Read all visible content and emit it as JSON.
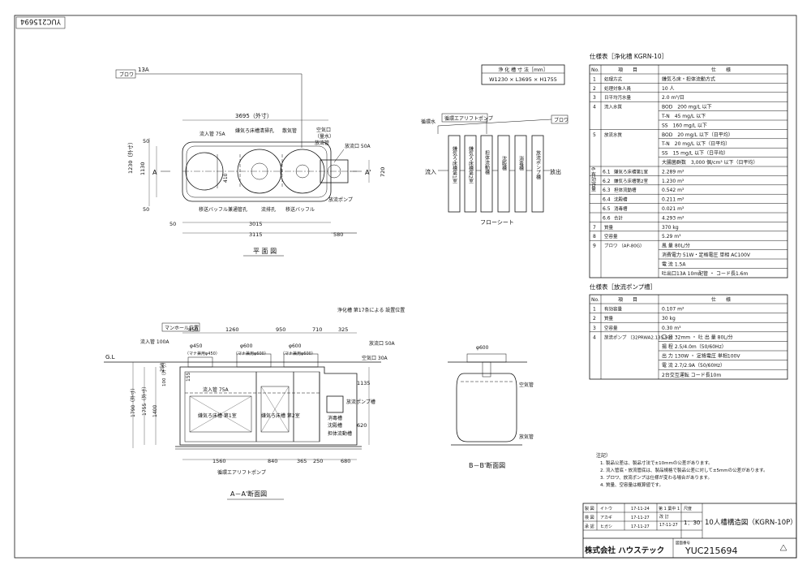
{
  "drawing_no_box": "YUC215694",
  "plan": {
    "blower_label": "ブロワ",
    "pipe_13a": "13A",
    "overall_length": "3695（外寸）",
    "inlet_pipe": "流入管 75A",
    "anaerobic_cover": "嫌気ろ床槽清掃孔",
    "aerator": "散気管",
    "air_valve": "空気口",
    "valve_box": "（量水）",
    "discharge_pipe": "放流管",
    "outlet_pipe": "放流口 50A",
    "width_outer": "1230（外寸）",
    "width_inner": "1130",
    "dim_50": "50",
    "dim_410": "410",
    "dim_720": "720",
    "moving_baffle": "移送バッフル兼通管孔",
    "drain_hole": "流排孔",
    "moving_baffle2": "移送バッフル",
    "pump": "放流ポンプ",
    "len_3015": "3015",
    "len_3115": "3115",
    "len_580": "580",
    "title": "平 面 図"
  },
  "tank_size": {
    "header": "浄 化 槽 寸 法［mm］",
    "value": "W1230 × L3695 × H1755"
  },
  "flow": {
    "circ_line": "循環水",
    "circ_pump": "循環エアリフトポンプ",
    "blower": "ブロワ",
    "inflow": "流入",
    "outflow": "放出",
    "units": [
      "嫌気ろ床槽第1室",
      "嫌気ろ床槽第2室",
      "担体流動槽",
      "沈殿槽",
      "消毒槽",
      "放流ポンプ槽"
    ],
    "title": "フローシート"
  },
  "section_aa": {
    "manhole": "マンホール位置",
    "inflow": "流入管 100A",
    "note_arrow": "浄化槽 第17条による 設置位置",
    "outlet": "放流口 50A",
    "gl": "G.L",
    "d450a": "φ450",
    "d450b": "（マナ兼用φ450）",
    "d600a": "φ600",
    "d600b": "（マナ兼用φ600）",
    "d600c": "φ600",
    "d600d": "（マナ兼用φ600）",
    "dims_top": [
      "450",
      "1260",
      "950",
      "710",
      "325"
    ],
    "air_valve": "空気口 30A",
    "inlet75": "流入管 75A",
    "pump": "放流ポンプ槽",
    "dim_1135": "1135",
    "dim_620": "620",
    "chamber1": "嫌気ろ床槽 第1室",
    "chamber2": "嫌気ろ床槽 第2室",
    "disinfect": "消毒槽",
    "settle": "沈殿槽",
    "carrier": "担体流動槽",
    "h_outer": "1790（外寸）",
    "h_inner": "1755（外寸）",
    "h_1400": "1400",
    "h_250": "250",
    "h_100": "100（外寸）",
    "h_155": "155",
    "dims_bottom": [
      "1560",
      "840",
      "365",
      "250",
      "680"
    ],
    "circ_pump": "循環エアリフトポンプ",
    "title": "A－A'断面図"
  },
  "section_bb": {
    "d600": "φ600",
    "air": "空気管",
    "drain": "放気管",
    "title": "B－B'断面図"
  },
  "spec1": {
    "title": "仕様表［浄化槽 KGRN-10］",
    "head": [
      "No.",
      "項　　目",
      "仕　　様"
    ],
    "rows": [
      [
        "1",
        "処理方式",
        "嫌気ろ床・担体流動方式"
      ],
      [
        "2",
        "処理対象人員",
        "10 人"
      ],
      [
        "3",
        "日平均汚水量",
        "2.0 m³/日"
      ],
      [
        "4",
        "流入水質",
        "BOD　200 mg/L 以下"
      ],
      [
        "",
        "",
        "T-N　45 mg/L 以下"
      ],
      [
        "",
        "",
        "SS　160 mg/L 以下"
      ],
      [
        "5",
        "放流水質",
        "BOD　20 mg/L 以下（日平均）"
      ],
      [
        "",
        "",
        "T-N　20 mg/L 以下（日平均）"
      ],
      [
        "",
        "",
        "SS　15 mg/L 以下（日平均）"
      ],
      [
        "",
        "",
        "大腸菌群数　3,000 個/cm³ 以下（日平均）"
      ],
      [
        "6.1",
        "嫌気ろ床槽第1室",
        "2.289 m³"
      ],
      [
        "6.2",
        "嫌気ろ床槽第2室",
        "1.230 m³"
      ],
      [
        "6.3",
        "担体流動槽",
        "0.542 m³"
      ],
      [
        "6.4",
        "沈殿槽",
        "0.211 m³"
      ],
      [
        "6.5",
        "消毒槽",
        "0.021 m³"
      ],
      [
        "6.6",
        "合計",
        "4.293 m³"
      ],
      [
        "7",
        "質量",
        "370 kg"
      ],
      [
        "8",
        "空容量",
        "5.29 m³"
      ],
      [
        "9",
        "ブロワ （AP-80G）",
        "風 量 80L/分"
      ],
      [
        "",
        "",
        "消費電力 51W・定格電圧 単相 AC100V"
      ],
      [
        "",
        "",
        "電 流 1.5A"
      ],
      [
        "",
        "",
        "吐出口13A 10m配管 ・ コード長1.6m"
      ]
    ],
    "group6": "6 有効容量"
  },
  "spec2": {
    "title": "仕様表［放流ポンプ槽］",
    "head": [
      "No.",
      "項　　目",
      "仕　　様"
    ],
    "rows": [
      [
        "1",
        "有効容量",
        "0.107 m³"
      ],
      [
        "2",
        "質量",
        "30 kg"
      ],
      [
        "3",
        "空容量",
        "0.30 m³"
      ],
      [
        "4",
        "放流ポンプ （32PRWA2.13S-92）",
        "口 径 32mm ・ 吐 出 量 80L/分"
      ],
      [
        "",
        "",
        "揚 程 2.5/4.0m（50/60Hz）"
      ],
      [
        "",
        "",
        "出 力 130W ・ 定格電圧 単相100V"
      ],
      [
        "",
        "",
        "電 流 2.7/2.9A（50/60Hz）"
      ],
      [
        "",
        "",
        "2台交互運転 コード長10m"
      ]
    ]
  },
  "notes": {
    "head": "注記）",
    "lines": [
      "1. 製品公差は、製品寸法で±10mmの公差があります。",
      "2. 流入管底・放流管底は、製品規格で製品公差に対して±5mmの公差があります。",
      "3. ブロワ、放流ポンプは仕様が変わる場合があります。",
      "4. 質量、空容量は概算値です。"
    ]
  },
  "titleblock": {
    "rows": [
      [
        "製 図",
        "イトウ",
        "17-11-24"
      ],
      [
        "検 図",
        "アカギ",
        "17-11-27"
      ],
      [
        "承 認",
        "ヒガシ",
        "17-11-27"
      ]
    ],
    "sheet_label": "第 1 葉中 1",
    "revision": "改 訂",
    "scale_label": "尺度",
    "scale": "1：30",
    "drawing_title": "10人槽構造図（KGRN-10P）",
    "company": "株式会社 ハウステック",
    "drawing_no_label": "図面番号",
    "drawing_no": "YUC215694",
    "date_box": "17-11-27"
  }
}
